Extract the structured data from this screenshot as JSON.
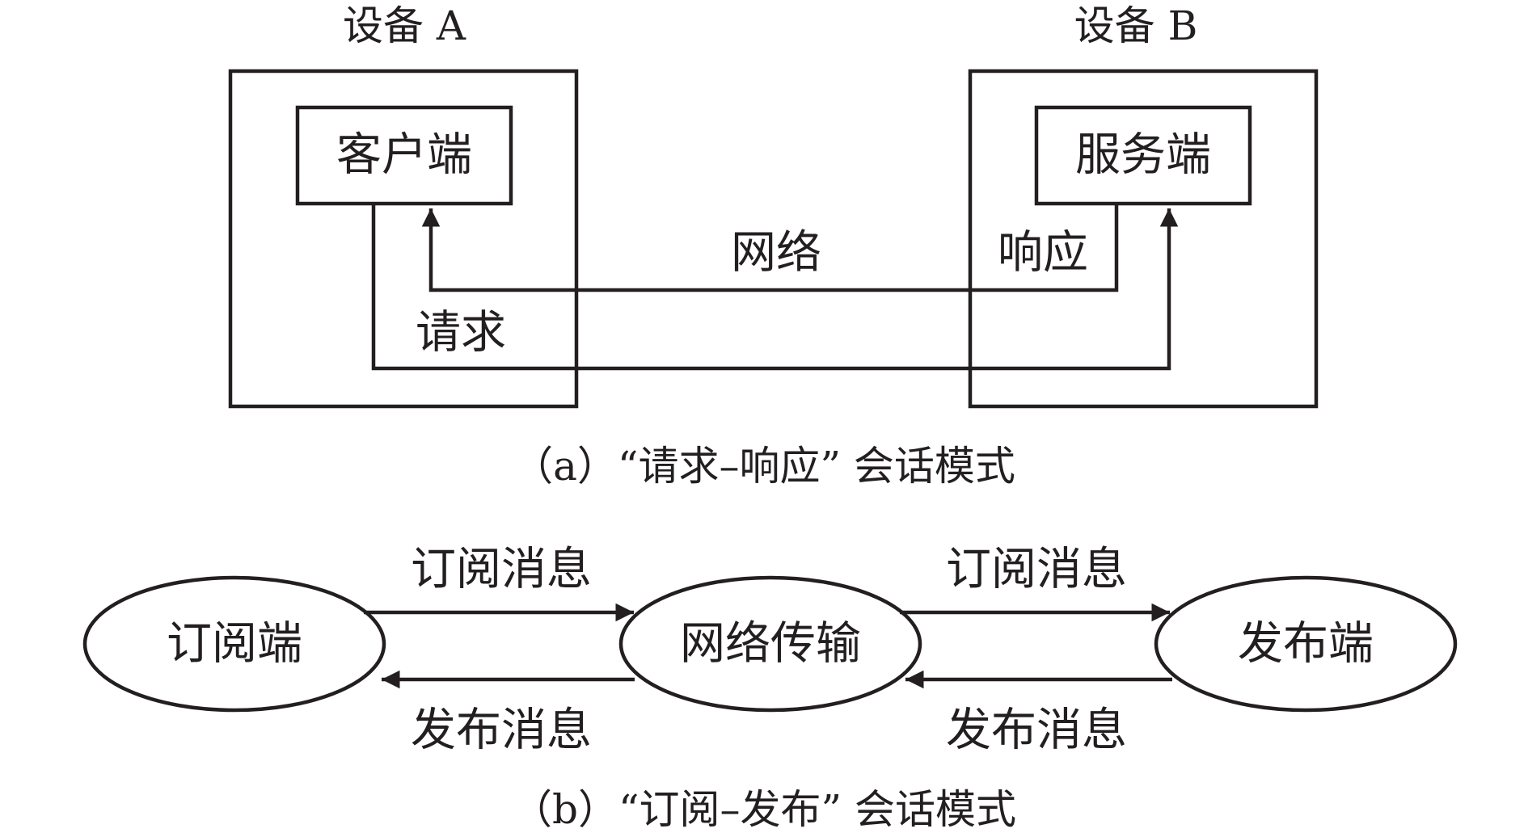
{
  "panel_a": {
    "device_a_label": "设备 A",
    "device_b_label": "设备 B",
    "client_label": "客户端",
    "server_label": "服务端",
    "network_label": "网络",
    "response_label": "响应",
    "request_label": "请求",
    "caption": "（a）“请求–响应” 会话模式"
  },
  "panel_b": {
    "subscriber_label": "订阅端",
    "network_transfer_label": "网络传输",
    "publisher_label": "发布端",
    "subscribe_msg_left": "订阅消息",
    "subscribe_msg_right": "订阅消息",
    "publish_msg_left": "发布消息",
    "publish_msg_right": "发布消息",
    "caption": "（b）“订阅–发布” 会话模式"
  },
  "colors": {
    "stroke": "#231f20",
    "background": "#ffffff"
  }
}
